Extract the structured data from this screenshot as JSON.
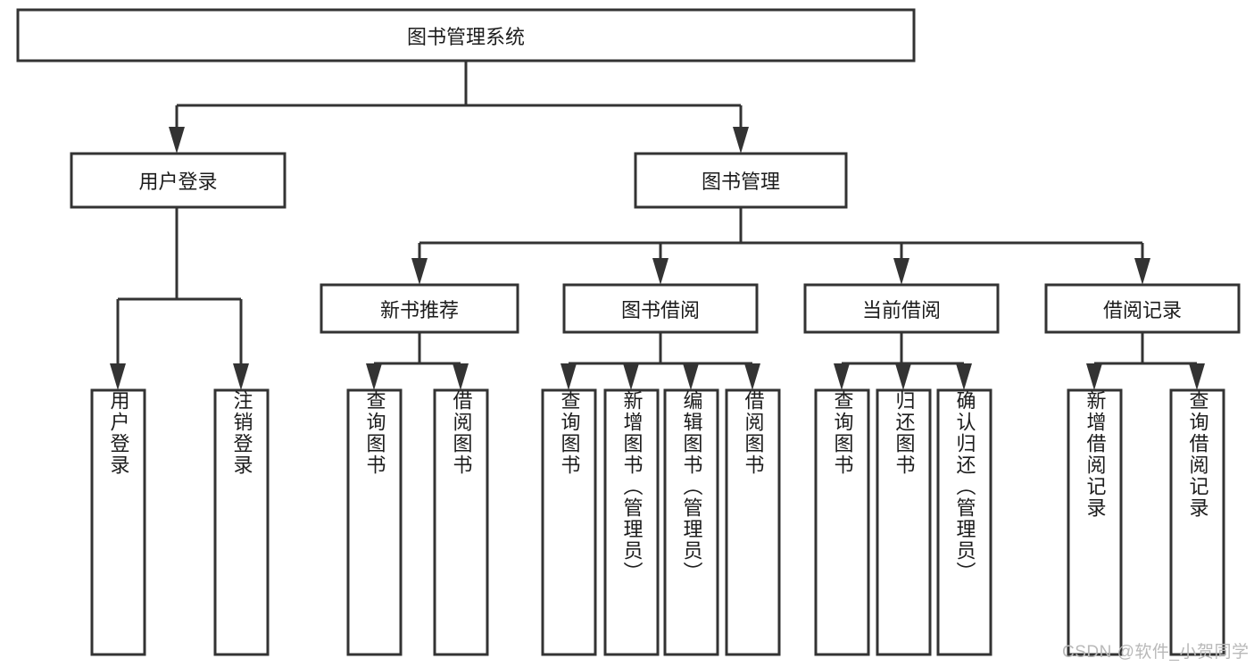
{
  "diagram": {
    "type": "tree-hierarchy-chart",
    "title": "图书管理系统",
    "watermark": "CSDN @软件_小贺同学",
    "colors": {
      "box_fill": "#ffffff",
      "box_stroke": "#333333",
      "text": "#1c1c1c",
      "watermark": "#b9b9b9",
      "background": "#ffffff"
    },
    "root": {
      "id": "root",
      "label": "图书管理系统",
      "orientation": "horizontal"
    },
    "level2": [
      {
        "id": "user-login",
        "label": "用户登录",
        "orientation": "horizontal"
      },
      {
        "id": "book-management",
        "label": "图书管理",
        "orientation": "horizontal"
      }
    ],
    "level3": [
      {
        "id": "new-book-recommend",
        "label": "新书推荐",
        "orientation": "horizontal",
        "parent": "book-management"
      },
      {
        "id": "book-borrow",
        "label": "图书借阅",
        "orientation": "horizontal",
        "parent": "book-management"
      },
      {
        "id": "current-borrow",
        "label": "当前借阅",
        "orientation": "horizontal",
        "parent": "book-management"
      },
      {
        "id": "borrow-record",
        "label": "借阅记录",
        "orientation": "horizontal",
        "parent": "book-management"
      }
    ],
    "leaves": [
      {
        "id": "leaf-user-login",
        "label": "用户登录",
        "orientation": "vertical",
        "parent": "user-login"
      },
      {
        "id": "leaf-logout-login",
        "label": "注销登录",
        "orientation": "vertical",
        "parent": "user-login"
      },
      {
        "id": "leaf-query-book-1",
        "label": "查询图书",
        "orientation": "vertical",
        "parent": "new-book-recommend"
      },
      {
        "id": "leaf-borrow-book-1",
        "label": "借阅图书",
        "orientation": "vertical",
        "parent": "new-book-recommend"
      },
      {
        "id": "leaf-query-book-2",
        "label": "查询图书",
        "orientation": "vertical",
        "parent": "book-borrow"
      },
      {
        "id": "leaf-add-book",
        "label": "新增图书（管理员）",
        "orientation": "vertical",
        "parent": "book-borrow"
      },
      {
        "id": "leaf-edit-book",
        "label": "编辑图书（管理员）",
        "orientation": "vertical",
        "parent": "book-borrow"
      },
      {
        "id": "leaf-borrow-book-2",
        "label": "借阅图书",
        "orientation": "vertical",
        "parent": "book-borrow"
      },
      {
        "id": "leaf-query-book-3",
        "label": "查询图书",
        "orientation": "vertical",
        "parent": "current-borrow"
      },
      {
        "id": "leaf-return-book",
        "label": "归还图书",
        "orientation": "vertical",
        "parent": "current-borrow"
      },
      {
        "id": "leaf-confirm-return",
        "label": "确认归还（管理员）",
        "orientation": "vertical",
        "parent": "current-borrow"
      },
      {
        "id": "leaf-add-record",
        "label": "新增借阅记录",
        "orientation": "vertical",
        "parent": "borrow-record"
      },
      {
        "id": "leaf-query-record",
        "label": "查询借阅记录",
        "orientation": "vertical",
        "parent": "borrow-record"
      }
    ]
  }
}
